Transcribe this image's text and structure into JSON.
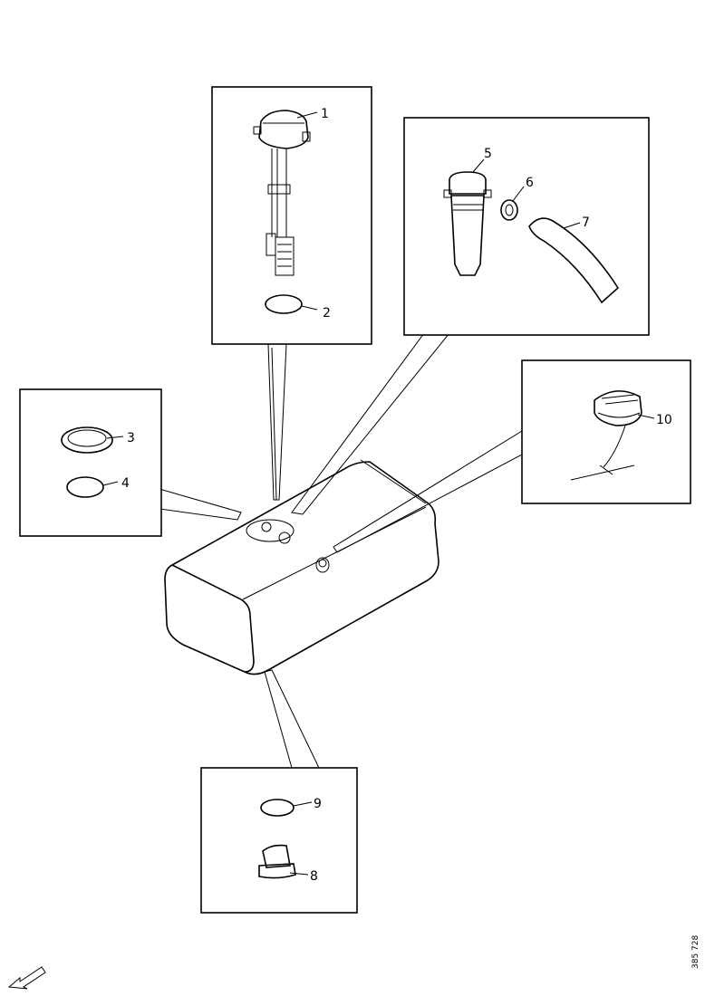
{
  "callouts": {
    "c1": "1",
    "c2": "2",
    "c3": "3",
    "c4": "4",
    "c5": "5",
    "c6": "6",
    "c7": "7",
    "c8": "8",
    "c9": "9",
    "c10": "10"
  },
  "reference_number": "385 728",
  "icons": {
    "orientation": "arrow-icon"
  }
}
